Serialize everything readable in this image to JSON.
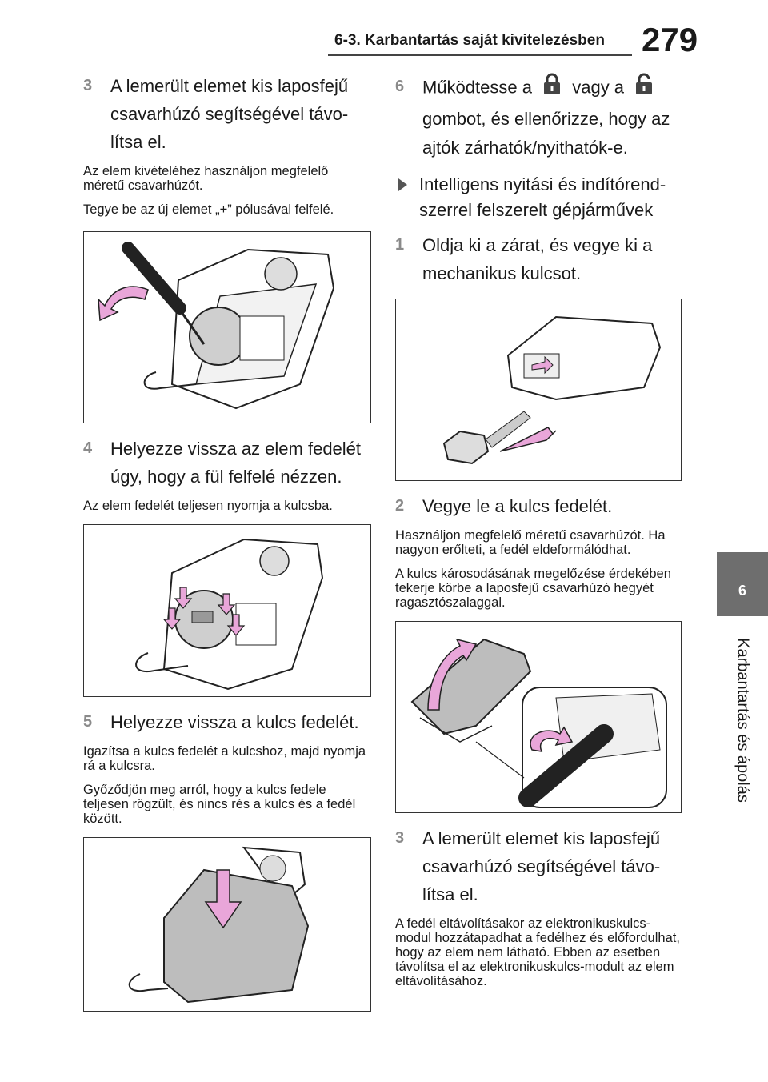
{
  "header": {
    "section": "6-3. Karbantartás saját kivitelezésben",
    "page_number": "279"
  },
  "side": {
    "tab_number": "6",
    "chapter_title": "Karbantartás és ápolás"
  },
  "left": {
    "step3": {
      "num": "3",
      "text": "A lemerült elemet kis laposfejű csavarhúzó segítségével távo­lítsa el."
    },
    "note3a": "Az elem kivételéhez használjon megfe­lelő méretű csavarhúzót.",
    "note3b": "Tegye be az új elemet „+” pólusával fel­felé.",
    "step4": {
      "num": "4",
      "text": "Helyezze vissza az elem fedelét úgy, hogy a fül felfelé nézzen."
    },
    "note4": "Az elem fedelét teljesen nyomja a kulcsba.",
    "step5": {
      "num": "5",
      "text": "Helyezze vissza a kulcs fedelét."
    },
    "note5a": "Igazítsa a kulcs fedelét a kulcshoz, majd nyomja rá a kulcsra.",
    "note5b": "Győződjön meg arról, hogy a kulcs fedele teljesen rögzült, és nincs rés a kulcs és a fedél között."
  },
  "right": {
    "step6": {
      "num": "6",
      "pre": "Működtesse a",
      "mid": "vagy a",
      "post": "gombot, és ellenőrizze, hogy az ajtók zárhatók/nyithatók-e."
    },
    "bullet": "Intelligens nyitási és indítórend­szerrel felszerelt gépjárművek",
    "step1": {
      "num": "1",
      "text": "Oldja ki a zárat, és vegye ki a mechanikus kulcsot."
    },
    "step2": {
      "num": "2",
      "text": "Vegye le a kulcs fedelét."
    },
    "note2a": "Használjon megfelelő méretű csavar­húzót. Ha nagyon erőlteti, a fedél elde­formálódhat.",
    "note2b": "A kulcs károsodásának megelőzése érdekében tekerje körbe a laposfejű csavarhúzó hegyét ragasztószalaggal.",
    "step3": {
      "num": "3",
      "text": "A lemerült elemet kis laposfejű csavarhúzó segítségével távo­lítsa el."
    },
    "note3": "A fedél eltávolításakor az elektronikus­kulcs-modul hozzátapadhat a fedélhez és előfordulhat, hogy az elem nem lát­ható. Ebben az esetben távolítsa el az elektronikuskulcs-modult az elem eltá­volításához."
  },
  "colors": {
    "accent_pink": "#e9a6d9",
    "tab_gray": "#6e6e6e",
    "step_num_gray": "#8a8a8a"
  },
  "icons": [
    "lock-icon",
    "unlock-icon",
    "triangle-bullet-icon"
  ]
}
